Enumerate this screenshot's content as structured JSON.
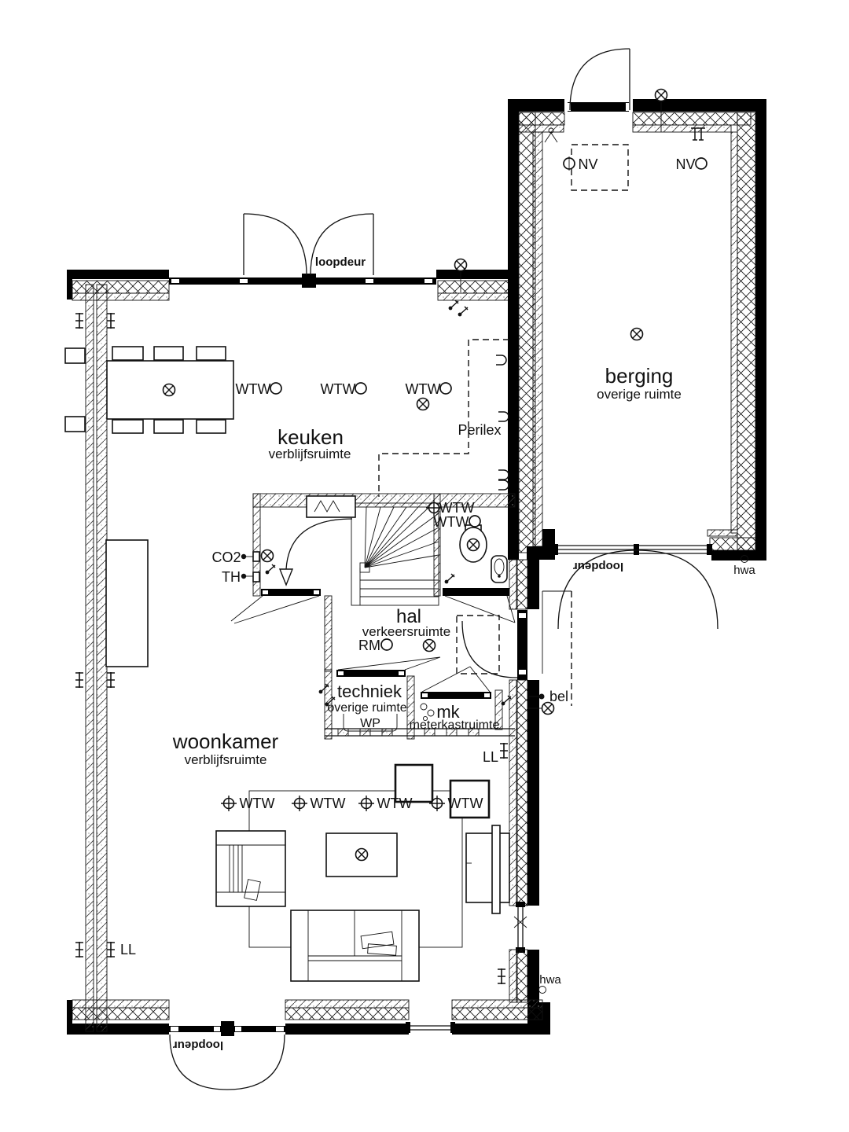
{
  "plan": {
    "rooms": {
      "berging": {
        "name": "berging",
        "type": "overige ruimte"
      },
      "keuken": {
        "name": "keuken",
        "type": "verblijfsruimte"
      },
      "hal": {
        "name": "hal",
        "type": "verkeersruimte"
      },
      "techniek": {
        "name": "techniek",
        "type": "overige ruimte"
      },
      "mk": {
        "name": "mk",
        "type": "meterkastruimte"
      },
      "woonkamer": {
        "name": "woonkamer",
        "type": "verblijfsruimte"
      }
    },
    "labels": {
      "loopdeur": "loopdeur",
      "nv": "NV",
      "wtw": "WTW",
      "perilex": "Perilex",
      "co2": "CO2",
      "th": "TH",
      "rm": "RM",
      "wp": "WP",
      "bel": "bel",
      "ll": "LL",
      "hwa": "hwa"
    },
    "colors": {
      "line": "#111111",
      "background": "#ffffff"
    }
  }
}
